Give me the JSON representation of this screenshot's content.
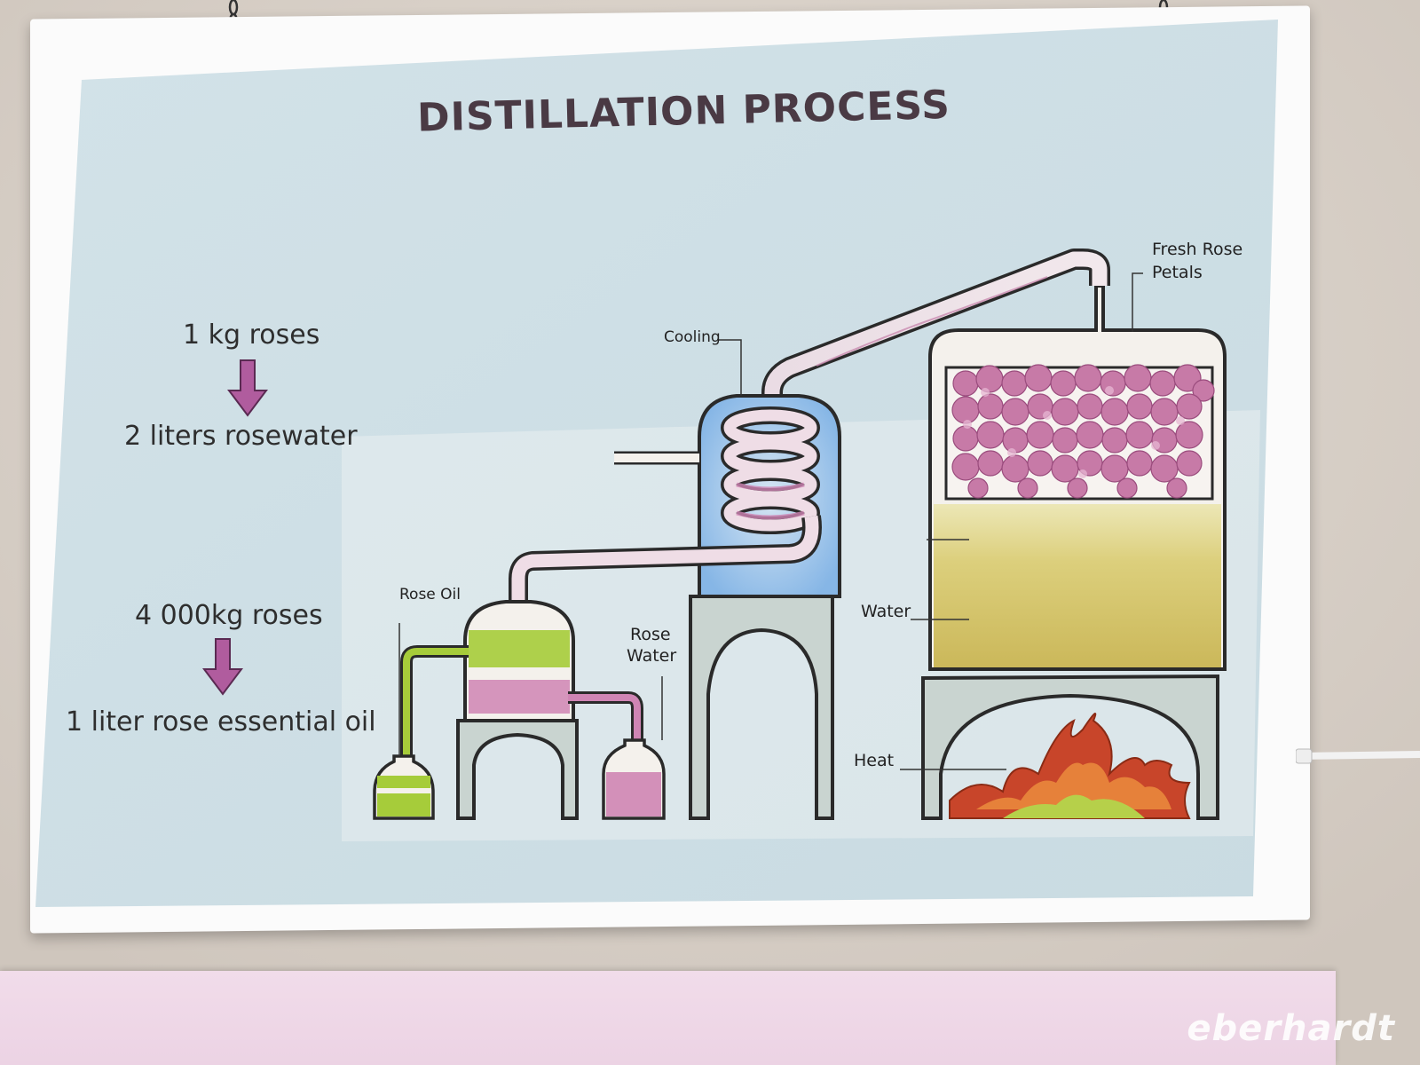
{
  "poster": {
    "title": "DISTILLATION PROCESS",
    "ratio_small": {
      "input": "1 kg roses",
      "output": "2 liters rosewater"
    },
    "ratio_large": {
      "input": "4 000kg roses",
      "output": "1 liter rose essential oil"
    },
    "labels": {
      "fresh_rose_petals_line1": "Fresh Rose",
      "fresh_rose_petals_line2": "Petals",
      "cooling": "Cooling",
      "rose_oil": "Rose Oil",
      "rose_water_line1": "Rose",
      "rose_water_line2": "Water",
      "water": "Water",
      "heat": "Heat"
    }
  },
  "watermark": {
    "text": "eberhardt"
  },
  "colors": {
    "poster_bg": "#cfdfe6",
    "title": "#4a3a44",
    "arrow": "#b05c9e",
    "rose_petals": "#c87aa8",
    "water_fill": "#d8c46a",
    "coolant": "#8ab8e6",
    "rose_oil": "#a6cc3a",
    "rose_water": "#cf85b4",
    "flame_outer": "#c8452a",
    "flame_inner": "#b6d04a"
  }
}
